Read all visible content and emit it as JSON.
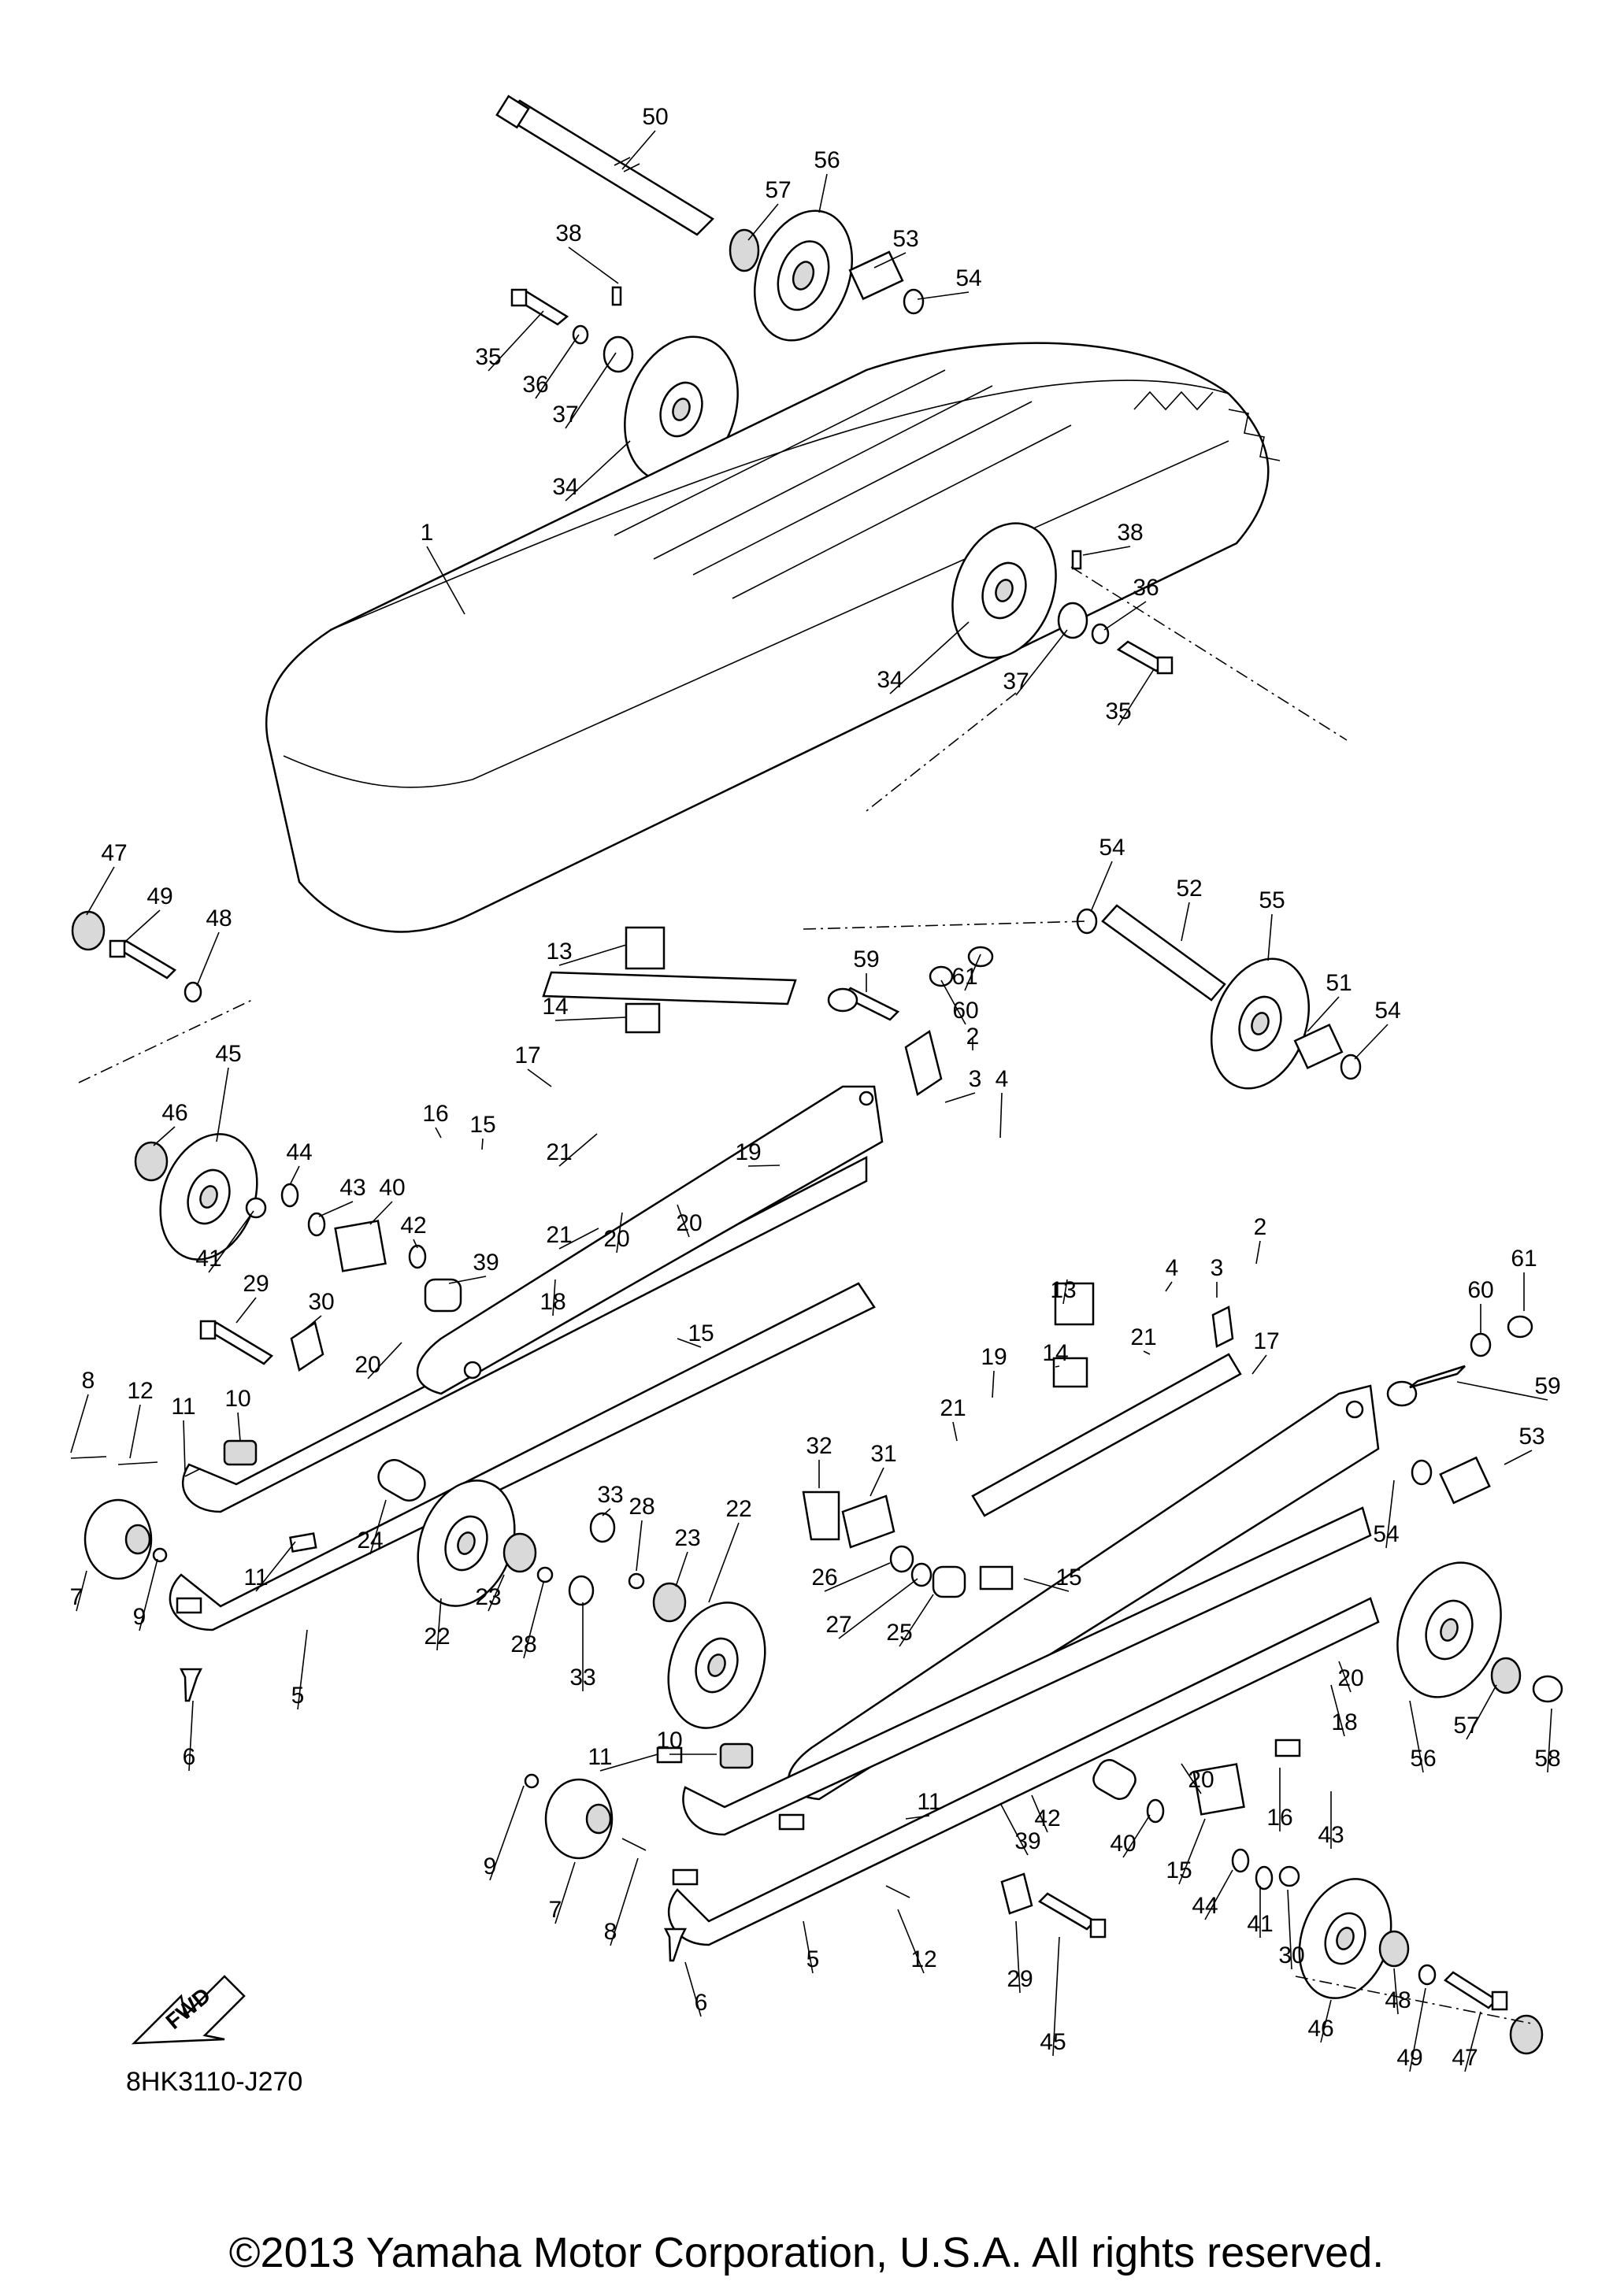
{
  "diagram": {
    "code": "8HK3110-J270",
    "fwd_label": "FWD",
    "copyright": "©2013 Yamaha Motor Corporation, U.S.A. All rights reserved.",
    "callouts": [
      "50",
      "56",
      "57",
      "53",
      "54",
      "38",
      "35",
      "36",
      "37",
      "34",
      "1",
      "38",
      "36",
      "34",
      "37",
      "35",
      "47",
      "49",
      "48",
      "45",
      "46",
      "44",
      "43",
      "41",
      "42",
      "40",
      "39",
      "29",
      "30",
      "20",
      "54",
      "52",
      "55",
      "59",
      "61",
      "60",
      "51",
      "54",
      "13",
      "14",
      "17",
      "16",
      "15",
      "21",
      "19",
      "2",
      "3",
      "4",
      "20",
      "21",
      "20",
      "18",
      "15",
      "8",
      "12",
      "11",
      "10",
      "7",
      "9",
      "11",
      "5",
      "6",
      "24",
      "22",
      "23",
      "28",
      "33",
      "33",
      "28",
      "23",
      "22",
      "32",
      "31",
      "26",
      "27",
      "25",
      "2",
      "4",
      "3",
      "61",
      "60",
      "59",
      "13",
      "14",
      "21",
      "19",
      "21",
      "17",
      "53",
      "54",
      "15",
      "20",
      "18",
      "56",
      "57",
      "58",
      "10",
      "11",
      "11",
      "9",
      "7",
      "8",
      "5",
      "6",
      "12",
      "39",
      "20",
      "42",
      "40",
      "15",
      "16",
      "43",
      "44",
      "41",
      "30",
      "29",
      "45",
      "46",
      "48",
      "49",
      "47"
    ]
  }
}
